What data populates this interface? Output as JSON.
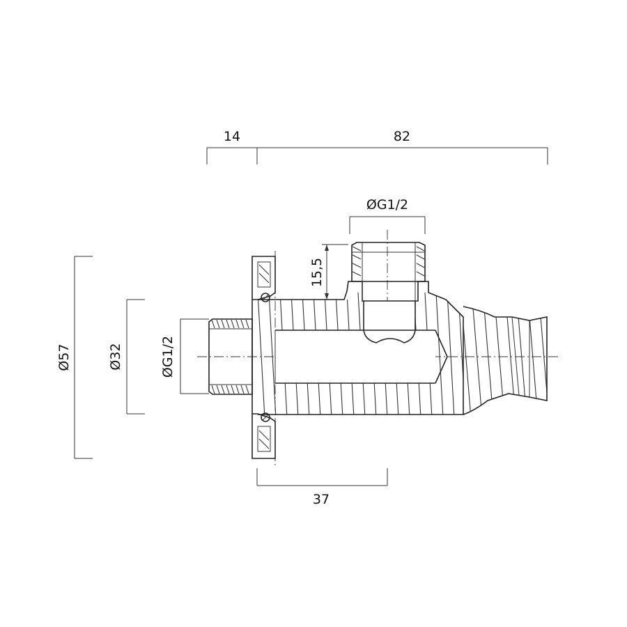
{
  "dimensions": {
    "top_left": "14",
    "top_right": "82",
    "thread_top": "ØG1/2",
    "height_outlet": "15,5",
    "dia_57": "Ø57",
    "dia_32": "Ø32",
    "dia_thread": "ØG1/2",
    "bottom": "37"
  }
}
